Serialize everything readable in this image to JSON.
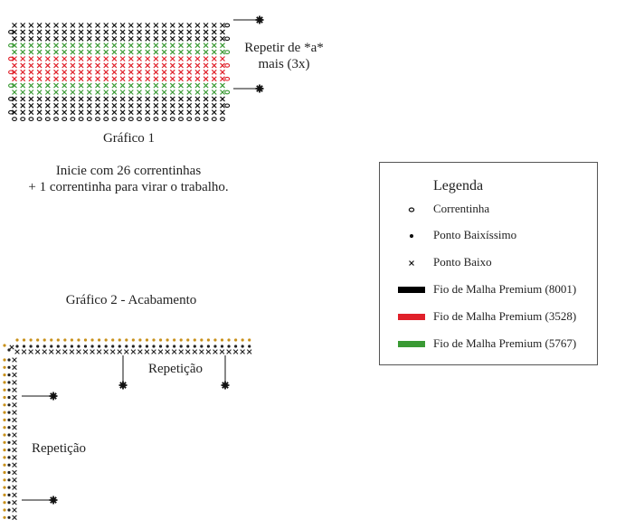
{
  "chart1": {
    "caption": "Gráfico 1",
    "repeat_note": [
      "Repetir de *a*",
      "mais (3x)"
    ],
    "instructions": [
      "Inicie com 26 correntinhas",
      "+ 1 correntinha para virar o trabalho."
    ],
    "rows": [
      {
        "stitch": "ponto-baixo",
        "color": "#111111",
        "right_end": "correntinha"
      },
      {
        "stitch": "ponto-baixo",
        "color": "#111111",
        "left_end": "correntinha"
      },
      {
        "stitch": "ponto-baixo",
        "color": "#111111",
        "right_end": "correntinha"
      },
      {
        "stitch": "ponto-baixo",
        "color": "#3a9a34",
        "left_end": "correntinha"
      },
      {
        "stitch": "ponto-baixo",
        "color": "#3a9a34",
        "right_end": "correntinha"
      },
      {
        "stitch": "ponto-baixo",
        "color": "#e0202a",
        "left_end": "correntinha"
      },
      {
        "stitch": "ponto-baixo",
        "color": "#e0202a",
        "right_end": "correntinha"
      },
      {
        "stitch": "ponto-baixo",
        "color": "#e0202a",
        "left_end": "correntinha"
      },
      {
        "stitch": "ponto-baixo",
        "color": "#e0202a",
        "right_end": "correntinha"
      },
      {
        "stitch": "ponto-baixo",
        "color": "#3a9a34",
        "left_end": "correntinha"
      },
      {
        "stitch": "ponto-baixo",
        "color": "#3a9a34",
        "right_end": "correntinha"
      },
      {
        "stitch": "ponto-baixo",
        "color": "#111111",
        "left_end": "correntinha"
      },
      {
        "stitch": "ponto-baixo",
        "color": "#111111",
        "right_end": "correntinha"
      },
      {
        "stitch": "ponto-baixo",
        "color": "#111111",
        "left_end": "correntinha"
      },
      {
        "stitch": "correntinha",
        "color": "#111111"
      }
    ],
    "stitches_per_row": 26
  },
  "chart2": {
    "caption": "Gráfico 2 - Acabamento",
    "repeat_top": "Repetição",
    "repeat_left": "Repetição",
    "edge_color": "#c8901a",
    "top_row_count": 35,
    "side_row_count": 22
  },
  "legend": {
    "title": "Legenda",
    "items": [
      {
        "symbol": "correntinha",
        "label": "Correntinha"
      },
      {
        "symbol": "ponto-baixissimo",
        "label": "Ponto Baixíssimo"
      },
      {
        "symbol": "ponto-baixo",
        "label": "Ponto Baixo"
      },
      {
        "swatch": "#000000",
        "label": "Fio de Malha Premium (8001)"
      },
      {
        "swatch": "#e0202a",
        "label": "Fio de Malha Premium (3528)"
      },
      {
        "swatch": "#3a9a34",
        "label": "Fio de Malha Premium (5767)"
      }
    ]
  }
}
